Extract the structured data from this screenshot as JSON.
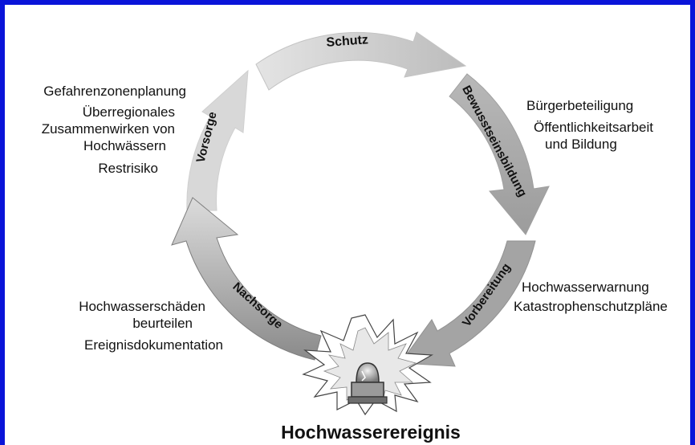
{
  "diagram": {
    "stages": [
      {
        "id": "schutz",
        "label": "Schutz"
      },
      {
        "id": "bewusstseinsbildung",
        "label": "Bewusstseinsbildung"
      },
      {
        "id": "vorbereitung",
        "label": "Vorbereitung"
      },
      {
        "id": "nachsorge",
        "label": "Nachsorge"
      },
      {
        "id": "vorsorge",
        "label": "Vorsorge"
      }
    ],
    "center_event": "Hochwasserereignis",
    "notes": {
      "vorsorge": [
        "Gefahrenzonenplanung",
        "Überregionales",
        "Zusammenwirken von",
        "Hochwässern",
        "Restrisiko"
      ],
      "bewusstseinsbildung": [
        "Bürgerbeteiligung",
        "Öffentlichkeitsarbeit",
        "und Bildung"
      ],
      "vorbereitung": [
        "Hochwasserwarnung",
        "Katastrophenschutzpläne"
      ],
      "nachsorge": [
        "Hochwasserschäden",
        "beurteilen",
        "Ereignisdokumentation"
      ]
    },
    "colors": {
      "frame": "#0a14d9",
      "arrow_light": "#d6d6d6",
      "arrow_mid": "#a8a8a8",
      "arrow_dark": "#888888",
      "text": "#111111"
    }
  }
}
